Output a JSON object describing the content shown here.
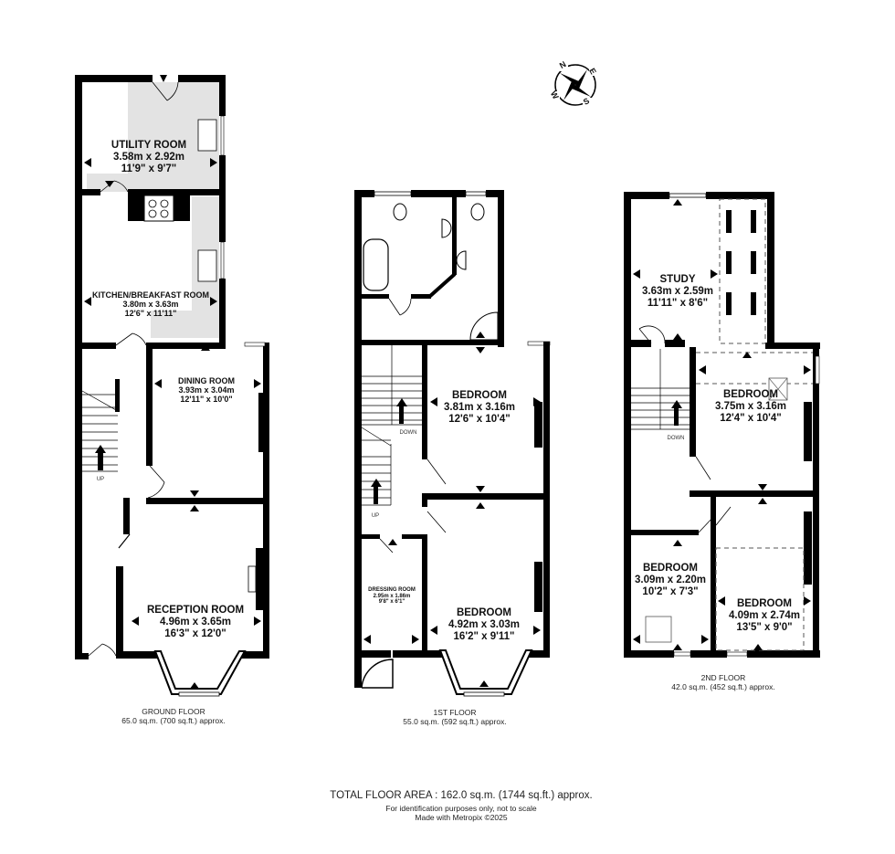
{
  "compass": {
    "north": "N",
    "east": "E",
    "south": "S",
    "west": "W"
  },
  "floors": [
    {
      "id": "ground",
      "caption": "GROUND FLOOR",
      "area": "65.0 sq.m. (700 sq.ft.) approx.",
      "stair_label": "UP",
      "rooms": [
        {
          "name": "UTILITY ROOM",
          "metric": "3.58m  x 2.92m",
          "imperial": "11'9\"  x 9'7\""
        },
        {
          "name": "KITCHEN/BREAKFAST ROOM",
          "metric": "3.80m  x 3.63m",
          "imperial": "12'6\"  x 11'11\""
        },
        {
          "name": "DINING ROOM",
          "metric": "3.93m  x 3.04m",
          "imperial": "12'11\"  x 10'0\""
        },
        {
          "name": "RECEPTION ROOM",
          "metric": "4.96m  x 3.65m",
          "imperial": "16'3\"  x 12'0\""
        }
      ]
    },
    {
      "id": "first",
      "caption": "1ST FLOOR",
      "area": "55.0 sq.m. (592 sq.ft.) approx.",
      "stair_labels": {
        "up": "UP",
        "down": "DOWN"
      },
      "rooms": [
        {
          "name": "BEDROOM",
          "metric": "3.81m  x 3.16m",
          "imperial": "12'6\"  x 10'4\""
        },
        {
          "name": "DRESSING ROOM",
          "metric": "2.95m  x 1.86m",
          "imperial": "9'8\"  x 6'1\""
        },
        {
          "name": "BEDROOM",
          "metric": "4.92m  x 3.03m",
          "imperial": "16'2\"  x 9'11\""
        }
      ]
    },
    {
      "id": "second",
      "caption": "2ND FLOOR",
      "area": "42.0 sq.m. (452 sq.ft.) approx.",
      "stair_label": "DOWN",
      "rooms": [
        {
          "name": "STUDY",
          "metric": "3.63m  x 2.59m",
          "imperial": "11'11\"  x 8'6\""
        },
        {
          "name": "BEDROOM",
          "metric": "3.75m  x 3.16m",
          "imperial": "12'4\"  x 10'4\""
        },
        {
          "name": "BEDROOM",
          "metric": "3.09m  x 2.20m",
          "imperial": "10'2\"  x 7'3\""
        },
        {
          "name": "BEDROOM",
          "metric": "4.09m  x 2.74m",
          "imperial": "13'5\"  x 9'0\""
        }
      ]
    }
  ],
  "footer": {
    "total_area": "TOTAL FLOOR AREA : 162.0 sq.m. (1744 sq.ft.) approx.",
    "disclaimer": "For identification purposes only, not to scale",
    "credit": "Made with Metropix ©2025"
  },
  "colors": {
    "wall": "#000000",
    "worktop": "#e3e3e3",
    "background": "#ffffff"
  }
}
